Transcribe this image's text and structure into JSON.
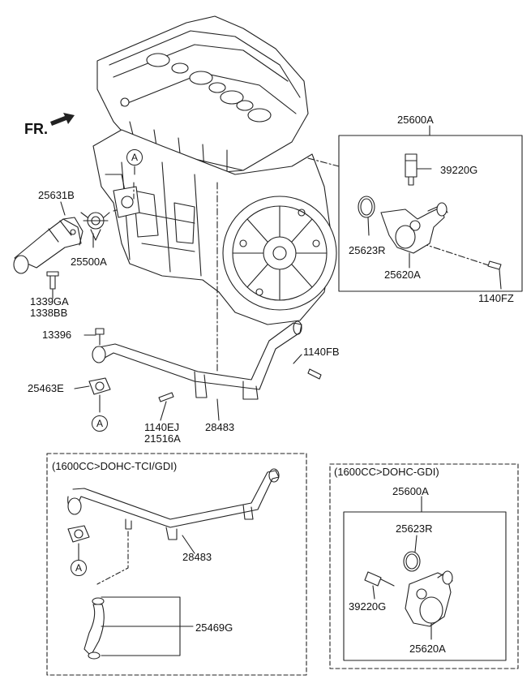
{
  "header": {
    "front_label": "FR."
  },
  "ref_marker": "A",
  "main": {
    "labels": {
      "p25631B": "25631B",
      "p25500A": "25500A",
      "p1339GA": "1339GA",
      "p1338BB": "1338BB",
      "p13396": "13396",
      "p25463E": "25463E",
      "p1140EJ": "1140EJ",
      "p21516A": "21516A",
      "p28483": "28483",
      "p1140FB": "1140FB",
      "p1140FZ": "1140FZ",
      "p25600A": "25600A",
      "p39220G": "39220G",
      "p25623R": "25623R",
      "p25620A": "25620A"
    }
  },
  "tci_box": {
    "title": "(1600CC>DOHC-TCI/GDI)",
    "labels": {
      "p28483": "28483",
      "p25469G": "25469G"
    }
  },
  "gdi_box": {
    "title": "(1600CC>DOHC-GDI)",
    "labels": {
      "p25600A": "25600A",
      "p25623R": "25623R",
      "p39220G": "39220G",
      "p25620A": "25620A"
    }
  }
}
